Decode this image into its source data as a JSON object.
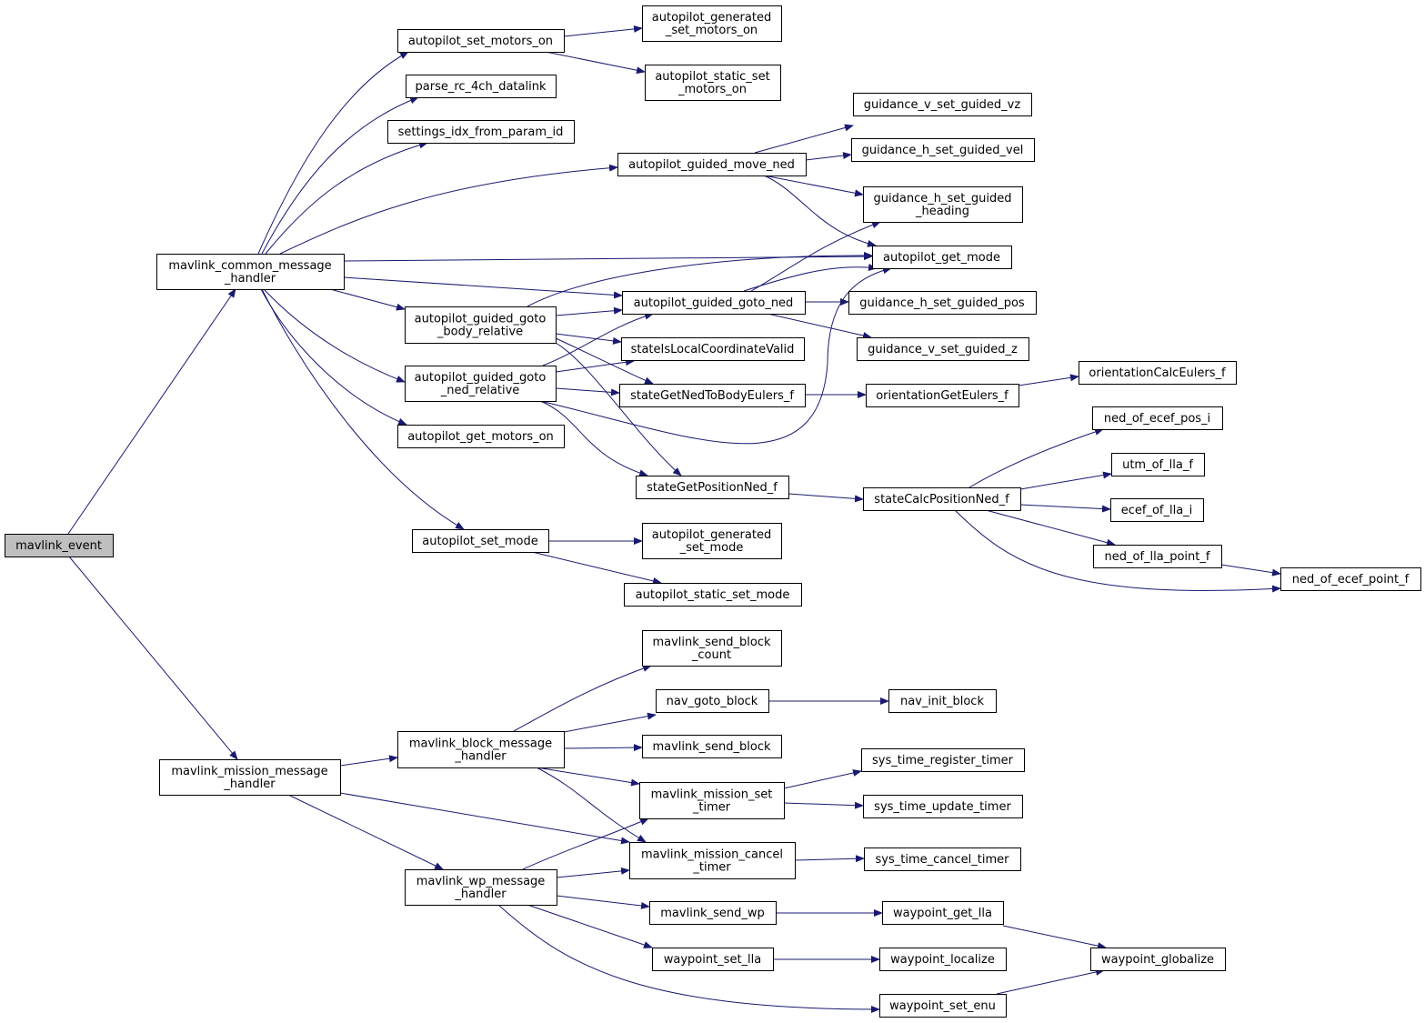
{
  "colors": {
    "edge": "#191970",
    "node_fill": "#ffffff",
    "node_border": "#000000",
    "root_fill": "#bfbfbf",
    "truncated_border": "#ff0000"
  },
  "nodes": {
    "mavlink_event": {
      "lines": [
        "mavlink_event"
      ],
      "style": "root"
    },
    "mavlink_common_message_handler": {
      "lines": [
        "mavlink_common_message",
        "_handler"
      ],
      "style": "normal"
    },
    "mavlink_mission_message_handler": {
      "lines": [
        "mavlink_mission_message",
        "_handler"
      ],
      "style": "normal"
    },
    "autopilot_set_motors_on": {
      "lines": [
        "autopilot_set_motors_on"
      ],
      "style": "normal"
    },
    "parse_rc_4ch_datalink": {
      "lines": [
        "parse_rc_4ch_datalink"
      ],
      "style": "normal"
    },
    "settings_idx_from_param_id": {
      "lines": [
        "settings_idx_from_param_id"
      ],
      "style": "normal"
    },
    "autopilot_generated_set_motors_on": {
      "lines": [
        "autopilot_generated",
        "_set_motors_on"
      ],
      "style": "normal"
    },
    "autopilot_static_set_motors_on": {
      "lines": [
        "autopilot_static_set",
        "_motors_on"
      ],
      "style": "normal"
    },
    "autopilot_guided_move_ned": {
      "lines": [
        "autopilot_guided_move_ned"
      ],
      "style": "normal"
    },
    "guidance_v_set_guided_vz": {
      "lines": [
        "guidance_v_set_guided_vz"
      ],
      "style": "normal"
    },
    "guidance_h_set_guided_vel": {
      "lines": [
        "guidance_h_set_guided_vel"
      ],
      "style": "normal"
    },
    "guidance_h_set_guided_heading": {
      "lines": [
        "guidance_h_set_guided",
        "_heading"
      ],
      "style": "normal"
    },
    "autopilot_get_mode": {
      "lines": [
        "autopilot_get_mode"
      ],
      "style": "normal"
    },
    "autopilot_guided_goto_ned": {
      "lines": [
        "autopilot_guided_goto_ned"
      ],
      "style": "normal"
    },
    "guidance_h_set_guided_pos": {
      "lines": [
        "guidance_h_set_guided_pos"
      ],
      "style": "normal"
    },
    "guidance_v_set_guided_z": {
      "lines": [
        "guidance_v_set_guided_z"
      ],
      "style": "normal"
    },
    "autopilot_guided_goto_body_relative": {
      "lines": [
        "autopilot_guided_goto",
        "_body_relative"
      ],
      "style": "normal"
    },
    "autopilot_guided_goto_ned_relative": {
      "lines": [
        "autopilot_guided_goto",
        "_ned_relative"
      ],
      "style": "normal"
    },
    "stateIsLocalCoordinateValid": {
      "lines": [
        "stateIsLocalCoordinateValid"
      ],
      "style": "normal"
    },
    "stateGetNedToBodyEulers_f": {
      "lines": [
        "stateGetNedToBodyEulers_f"
      ],
      "style": "normal"
    },
    "orientationGetEulers_f": {
      "lines": [
        "orientationGetEulers_f"
      ],
      "style": "normal"
    },
    "orientationCalcEulers_f": {
      "lines": [
        "orientationCalcEulers_f"
      ],
      "style": "truncated"
    },
    "autopilot_get_motors_on": {
      "lines": [
        "autopilot_get_motors_on"
      ],
      "style": "normal"
    },
    "stateGetPositionNed_f": {
      "lines": [
        "stateGetPositionNed_f"
      ],
      "style": "normal"
    },
    "stateCalcPositionNed_f": {
      "lines": [
        "stateCalcPositionNed_f"
      ],
      "style": "normal"
    },
    "ned_of_ecef_pos_i": {
      "lines": [
        "ned_of_ecef_pos_i"
      ],
      "style": "truncated"
    },
    "utm_of_lla_f": {
      "lines": [
        "utm_of_lla_f"
      ],
      "style": "truncated"
    },
    "ecef_of_lla_i": {
      "lines": [
        "ecef_of_lla_i"
      ],
      "style": "truncated"
    },
    "ned_of_lla_point_f": {
      "lines": [
        "ned_of_lla_point_f"
      ],
      "style": "truncated"
    },
    "ned_of_ecef_point_f": {
      "lines": [
        "ned_of_ecef_point_f"
      ],
      "style": "truncated"
    },
    "autopilot_set_mode": {
      "lines": [
        "autopilot_set_mode"
      ],
      "style": "normal"
    },
    "autopilot_generated_set_mode": {
      "lines": [
        "autopilot_generated",
        "_set_mode"
      ],
      "style": "normal"
    },
    "autopilot_static_set_mode": {
      "lines": [
        "autopilot_static_set_mode"
      ],
      "style": "normal"
    },
    "mavlink_send_block_count": {
      "lines": [
        "mavlink_send_block",
        "_count"
      ],
      "style": "normal"
    },
    "nav_goto_block": {
      "lines": [
        "nav_goto_block"
      ],
      "style": "normal"
    },
    "nav_init_block": {
      "lines": [
        "nav_init_block"
      ],
      "style": "normal"
    },
    "mavlink_block_message_handler": {
      "lines": [
        "mavlink_block_message",
        "_handler"
      ],
      "style": "normal"
    },
    "mavlink_send_block": {
      "lines": [
        "mavlink_send_block"
      ],
      "style": "normal"
    },
    "sys_time_register_timer": {
      "lines": [
        "sys_time_register_timer"
      ],
      "style": "truncated"
    },
    "mavlink_mission_set_timer": {
      "lines": [
        "mavlink_mission_set",
        "_timer"
      ],
      "style": "normal"
    },
    "sys_time_update_timer": {
      "lines": [
        "sys_time_update_timer"
      ],
      "style": "truncated"
    },
    "mavlink_mission_cancel_timer": {
      "lines": [
        "mavlink_mission_cancel",
        "_timer"
      ],
      "style": "normal"
    },
    "sys_time_cancel_timer": {
      "lines": [
        "sys_time_cancel_timer"
      ],
      "style": "normal"
    },
    "mavlink_wp_message_handler": {
      "lines": [
        "mavlink_wp_message",
        "_handler"
      ],
      "style": "normal"
    },
    "mavlink_send_wp": {
      "lines": [
        "mavlink_send_wp"
      ],
      "style": "normal"
    },
    "waypoint_get_lla": {
      "lines": [
        "waypoint_get_lla"
      ],
      "style": "truncated"
    },
    "waypoint_set_lla": {
      "lines": [
        "waypoint_set_lla"
      ],
      "style": "normal"
    },
    "waypoint_localize": {
      "lines": [
        "waypoint_localize"
      ],
      "style": "truncated"
    },
    "waypoint_globalize": {
      "lines": [
        "waypoint_globalize"
      ],
      "style": "truncated"
    },
    "waypoint_set_enu": {
      "lines": [
        "waypoint_set_enu"
      ],
      "style": "normal"
    }
  },
  "edges": [
    [
      "mavlink_event",
      "mavlink_common_message_handler"
    ],
    [
      "mavlink_event",
      "mavlink_mission_message_handler"
    ],
    [
      "mavlink_common_message_handler",
      "autopilot_set_motors_on"
    ],
    [
      "mavlink_common_message_handler",
      "parse_rc_4ch_datalink"
    ],
    [
      "mavlink_common_message_handler",
      "settings_idx_from_param_id"
    ],
    [
      "mavlink_common_message_handler",
      "autopilot_guided_move_ned"
    ],
    [
      "mavlink_common_message_handler",
      "autopilot_get_mode"
    ],
    [
      "mavlink_common_message_handler",
      "autopilot_guided_goto_ned"
    ],
    [
      "mavlink_common_message_handler",
      "autopilot_guided_goto_body_relative"
    ],
    [
      "mavlink_common_message_handler",
      "autopilot_guided_goto_ned_relative"
    ],
    [
      "mavlink_common_message_handler",
      "autopilot_get_motors_on"
    ],
    [
      "mavlink_common_message_handler",
      "autopilot_set_mode"
    ],
    [
      "autopilot_set_motors_on",
      "autopilot_generated_set_motors_on"
    ],
    [
      "autopilot_set_motors_on",
      "autopilot_static_set_motors_on"
    ],
    [
      "autopilot_guided_move_ned",
      "guidance_v_set_guided_vz"
    ],
    [
      "autopilot_guided_move_ned",
      "guidance_h_set_guided_vel"
    ],
    [
      "autopilot_guided_move_ned",
      "guidance_h_set_guided_heading"
    ],
    [
      "autopilot_guided_move_ned",
      "autopilot_get_mode"
    ],
    [
      "autopilot_guided_goto_ned",
      "autopilot_get_mode"
    ],
    [
      "autopilot_guided_goto_ned",
      "guidance_h_set_guided_heading"
    ],
    [
      "autopilot_guided_goto_ned",
      "guidance_h_set_guided_pos"
    ],
    [
      "autopilot_guided_goto_ned",
      "guidance_v_set_guided_z"
    ],
    [
      "autopilot_guided_goto_body_relative",
      "autopilot_get_mode"
    ],
    [
      "autopilot_guided_goto_body_relative",
      "autopilot_guided_goto_ned"
    ],
    [
      "autopilot_guided_goto_body_relative",
      "stateIsLocalCoordinateValid"
    ],
    [
      "autopilot_guided_goto_body_relative",
      "stateGetNedToBodyEulers_f"
    ],
    [
      "autopilot_guided_goto_body_relative",
      "stateGetPositionNed_f"
    ],
    [
      "autopilot_guided_goto_ned_relative",
      "autopilot_guided_goto_ned"
    ],
    [
      "autopilot_guided_goto_ned_relative",
      "stateIsLocalCoordinateValid"
    ],
    [
      "autopilot_guided_goto_ned_relative",
      "stateGetNedToBodyEulers_f"
    ],
    [
      "autopilot_guided_goto_ned_relative",
      "stateGetPositionNed_f"
    ],
    [
      "autopilot_guided_goto_ned_relative",
      "autopilot_get_mode"
    ],
    [
      "stateGetNedToBodyEulers_f",
      "orientationGetEulers_f"
    ],
    [
      "orientationGetEulers_f",
      "orientationCalcEulers_f"
    ],
    [
      "stateGetPositionNed_f",
      "stateCalcPositionNed_f"
    ],
    [
      "stateCalcPositionNed_f",
      "ned_of_ecef_pos_i"
    ],
    [
      "stateCalcPositionNed_f",
      "utm_of_lla_f"
    ],
    [
      "stateCalcPositionNed_f",
      "ecef_of_lla_i"
    ],
    [
      "stateCalcPositionNed_f",
      "ned_of_lla_point_f"
    ],
    [
      "stateCalcPositionNed_f",
      "ned_of_ecef_point_f"
    ],
    [
      "ned_of_lla_point_f",
      "ned_of_ecef_point_f"
    ],
    [
      "autopilot_set_mode",
      "autopilot_generated_set_mode"
    ],
    [
      "autopilot_set_mode",
      "autopilot_static_set_mode"
    ],
    [
      "mavlink_mission_message_handler",
      "mavlink_block_message_handler"
    ],
    [
      "mavlink_mission_message_handler",
      "mavlink_mission_cancel_timer"
    ],
    [
      "mavlink_mission_message_handler",
      "mavlink_wp_message_handler"
    ],
    [
      "mavlink_block_message_handler",
      "mavlink_send_block_count"
    ],
    [
      "mavlink_block_message_handler",
      "nav_goto_block"
    ],
    [
      "mavlink_block_message_handler",
      "mavlink_send_block"
    ],
    [
      "mavlink_block_message_handler",
      "mavlink_mission_set_timer"
    ],
    [
      "mavlink_block_message_handler",
      "mavlink_mission_cancel_timer"
    ],
    [
      "nav_goto_block",
      "nav_init_block"
    ],
    [
      "mavlink_mission_set_timer",
      "sys_time_register_timer"
    ],
    [
      "mavlink_mission_set_timer",
      "sys_time_update_timer"
    ],
    [
      "mavlink_mission_cancel_timer",
      "sys_time_cancel_timer"
    ],
    [
      "mavlink_wp_message_handler",
      "mavlink_mission_set_timer"
    ],
    [
      "mavlink_wp_message_handler",
      "mavlink_mission_cancel_timer"
    ],
    [
      "mavlink_wp_message_handler",
      "mavlink_send_wp"
    ],
    [
      "mavlink_wp_message_handler",
      "waypoint_set_lla"
    ],
    [
      "mavlink_wp_message_handler",
      "waypoint_set_enu"
    ],
    [
      "mavlink_send_wp",
      "waypoint_get_lla"
    ],
    [
      "waypoint_get_lla",
      "waypoint_globalize"
    ],
    [
      "waypoint_set_lla",
      "waypoint_localize"
    ],
    [
      "waypoint_set_enu",
      "waypoint_globalize"
    ]
  ]
}
